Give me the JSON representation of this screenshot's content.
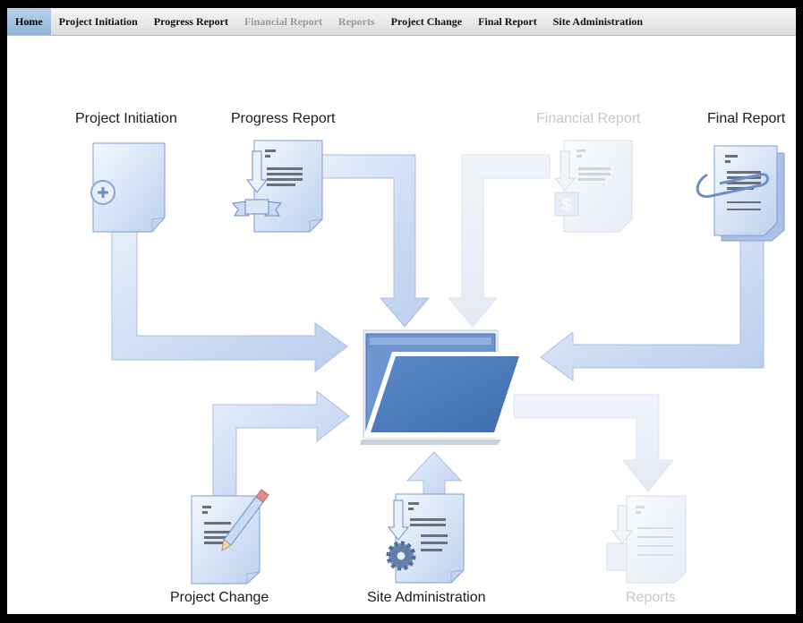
{
  "nav": {
    "items": [
      {
        "label": "Home",
        "state": "active"
      },
      {
        "label": "Project Initiation",
        "state": "enabled"
      },
      {
        "label": "Progress Report",
        "state": "enabled"
      },
      {
        "label": "Financial Report",
        "state": "disabled"
      },
      {
        "label": "Reports",
        "state": "disabled"
      },
      {
        "label": "Project Change",
        "state": "enabled"
      },
      {
        "label": "Final Report",
        "state": "enabled"
      },
      {
        "label": "Site Administration",
        "state": "enabled"
      }
    ]
  },
  "diagram": {
    "project_initiation": {
      "label": "Project Initiation",
      "icon": "add-document-icon",
      "state": "enabled"
    },
    "progress_report": {
      "label": "Progress Report",
      "icon": "ribbon-document-icon",
      "state": "enabled"
    },
    "financial_report": {
      "label": "Financial Report",
      "icon": "dollar-document-icon",
      "state": "disabled"
    },
    "final_report": {
      "label": "Final Report",
      "icon": "paperclip-document-icon",
      "state": "enabled"
    },
    "project_change": {
      "label": "Project Change",
      "icon": "pencil-document-icon",
      "state": "enabled"
    },
    "site_administration": {
      "label": "Site Administration",
      "icon": "gear-document-icon",
      "state": "enabled"
    },
    "reports": {
      "label": "Reports",
      "icon": "stacked-documents-icon",
      "state": "disabled"
    },
    "central_folder": {
      "icon": "folder-icon"
    }
  },
  "colors": {
    "arrow": "#c9daf2",
    "arrow_edge": "#9fb7db",
    "folder": "#4d7cbf",
    "disabled": "#d5dde9",
    "active_tab": "#a9c6e4"
  }
}
